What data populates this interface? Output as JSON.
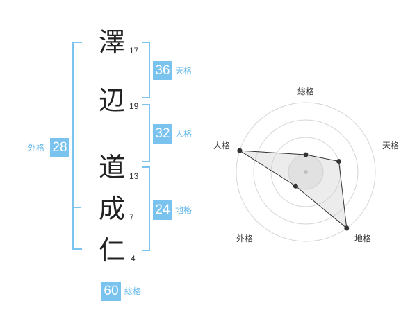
{
  "characters": [
    {
      "char": "澤",
      "strokes": "17"
    },
    {
      "char": "辺",
      "strokes": "19"
    },
    {
      "char": "道",
      "strokes": "13"
    },
    {
      "char": "成",
      "strokes": "7"
    },
    {
      "char": "仁",
      "strokes": "4"
    }
  ],
  "kakusu": {
    "tenkaku": {
      "label": "天格",
      "value": "36"
    },
    "jinkaku": {
      "label": "人格",
      "value": "32"
    },
    "chikaku": {
      "label": "地格",
      "value": "24"
    },
    "gaikaku": {
      "label": "外格",
      "value": "28"
    },
    "soukaku": {
      "label": "総格",
      "value": "60"
    }
  },
  "colors": {
    "accent": "#7ac3ee",
    "bracket": "#7cc4ee",
    "label": "#5fb6e8"
  },
  "chart_data": {
    "type": "radar",
    "axes": [
      "総格",
      "天格",
      "地格",
      "外格",
      "人格"
    ],
    "values": [
      1,
      2,
      4,
      1,
      4
    ],
    "max": 4,
    "rings": 4
  }
}
